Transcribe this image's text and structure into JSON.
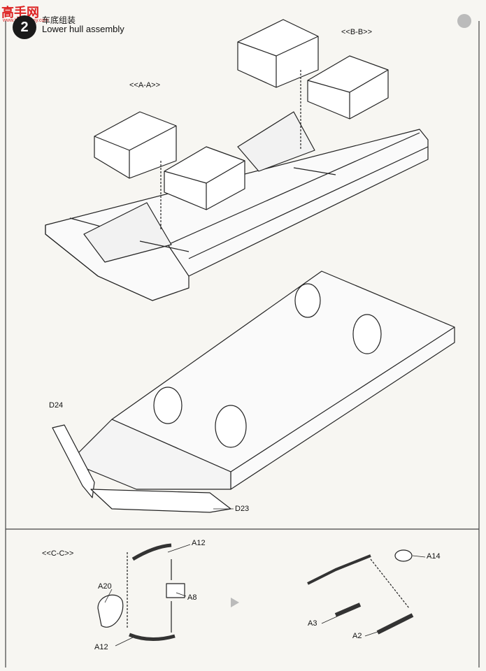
{
  "header": {
    "logo_text": "高手网",
    "logo_sub": "www.hobbyeasy.com",
    "step_number": "2",
    "title_cn": "车底组装",
    "title_en": "Lower hull assembly"
  },
  "callouts": {
    "view_aa": "<<A-A>>",
    "view_bb": "<<B-B>>",
    "view_cc": "<<C-C>>"
  },
  "parts": {
    "d24": "D24",
    "d23": "D23",
    "a12_top": "A12",
    "a12_bottom": "A12",
    "a20": "A20",
    "a8": "A8",
    "a14": "A14",
    "a3": "A3",
    "a2": "A2"
  }
}
